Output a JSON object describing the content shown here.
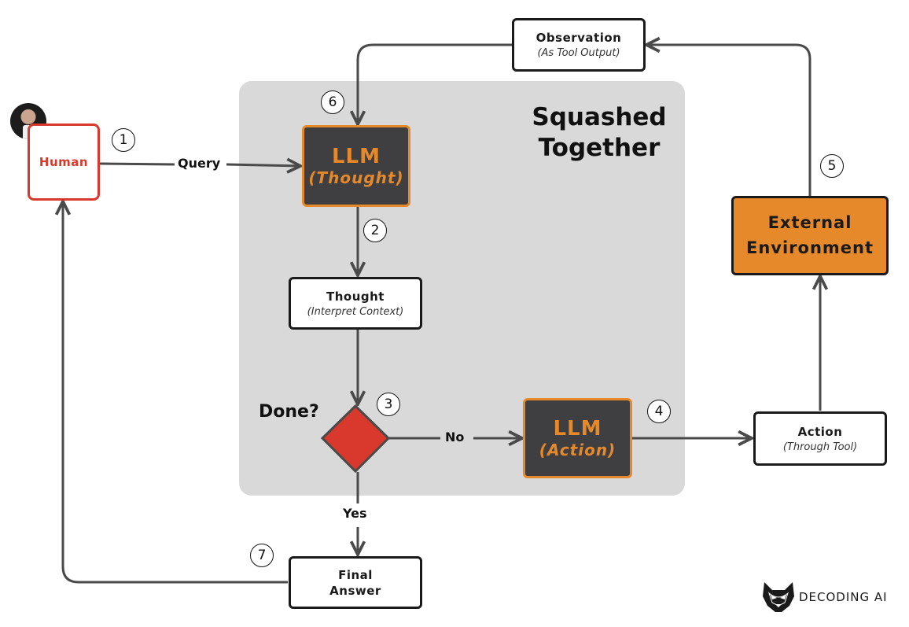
{
  "group": {
    "title_line1": "Squashed",
    "title_line2": "Together"
  },
  "nodes": {
    "human": {
      "label": "Human"
    },
    "llm_thought": {
      "line1": "LLM",
      "line2": "(Thought)"
    },
    "thought": {
      "line1": "Thought",
      "line2": "(Interpret Context)"
    },
    "decision": {
      "label": "Done?"
    },
    "llm_action": {
      "line1": "LLM",
      "line2": "(Action)"
    },
    "action": {
      "line1": "Action",
      "line2": "(Through Tool)"
    },
    "environment": {
      "line1": "External",
      "line2": "Environment"
    },
    "observation": {
      "line1": "Observation",
      "line2": "(As Tool Output)"
    },
    "final_answer": {
      "line1": "Final",
      "line2": "Answer"
    }
  },
  "edges": {
    "query": "Query",
    "no": "No",
    "yes": "Yes"
  },
  "steps": [
    "1",
    "2",
    "3",
    "4",
    "5",
    "6",
    "7"
  ],
  "branding": {
    "logo_text": "DECODING AI"
  },
  "colors": {
    "orange": "#e5892a",
    "red": "#d8392c",
    "dark": "#3f3e41",
    "group_bg": "#d9d9d9",
    "wire": "#4a4a4a"
  }
}
